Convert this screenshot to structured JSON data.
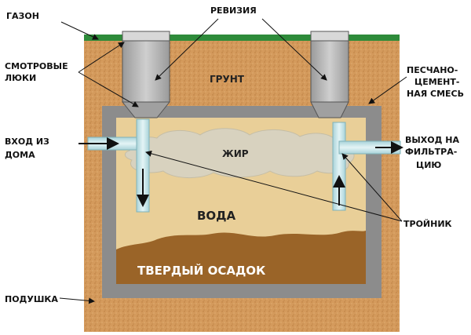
{
  "labels": {
    "lawn": "ГАЗОН",
    "revision": "РЕВИЗИЯ",
    "inspection_hatches_line1": "СМОТРОВЫЕ",
    "inspection_hatches_line2": "ЛЮКИ",
    "soil": "ГРУНТ",
    "sand_cement_line1": "ПЕСЧАНО-",
    "sand_cement_line2": "ЦЕМЕНТ-",
    "sand_cement_line3": "НАЯ СМЕСЬ",
    "inlet_line1": "ВХОД ИЗ",
    "inlet_line2": "ДОМА",
    "outlet_line1": "ВЫХОД НА",
    "outlet_line2": "ФИЛЬТРА-",
    "outlet_line3": "ЦИЮ",
    "fat": "ЖИР",
    "water": "ВОДА",
    "tee": "ТРОЙНИК",
    "sediment": "ТВЕРДЫЙ ОСАДОК",
    "cushion": "ПОДУШКА"
  },
  "colors": {
    "lawn": "#2e8b3a",
    "soil": "#d49a5c",
    "concrete": "#8c8c8c",
    "water": "#e9cf98",
    "fat": "#d8d2bf",
    "sediment": "#9a6428",
    "pipe": "#c9e6ea"
  }
}
